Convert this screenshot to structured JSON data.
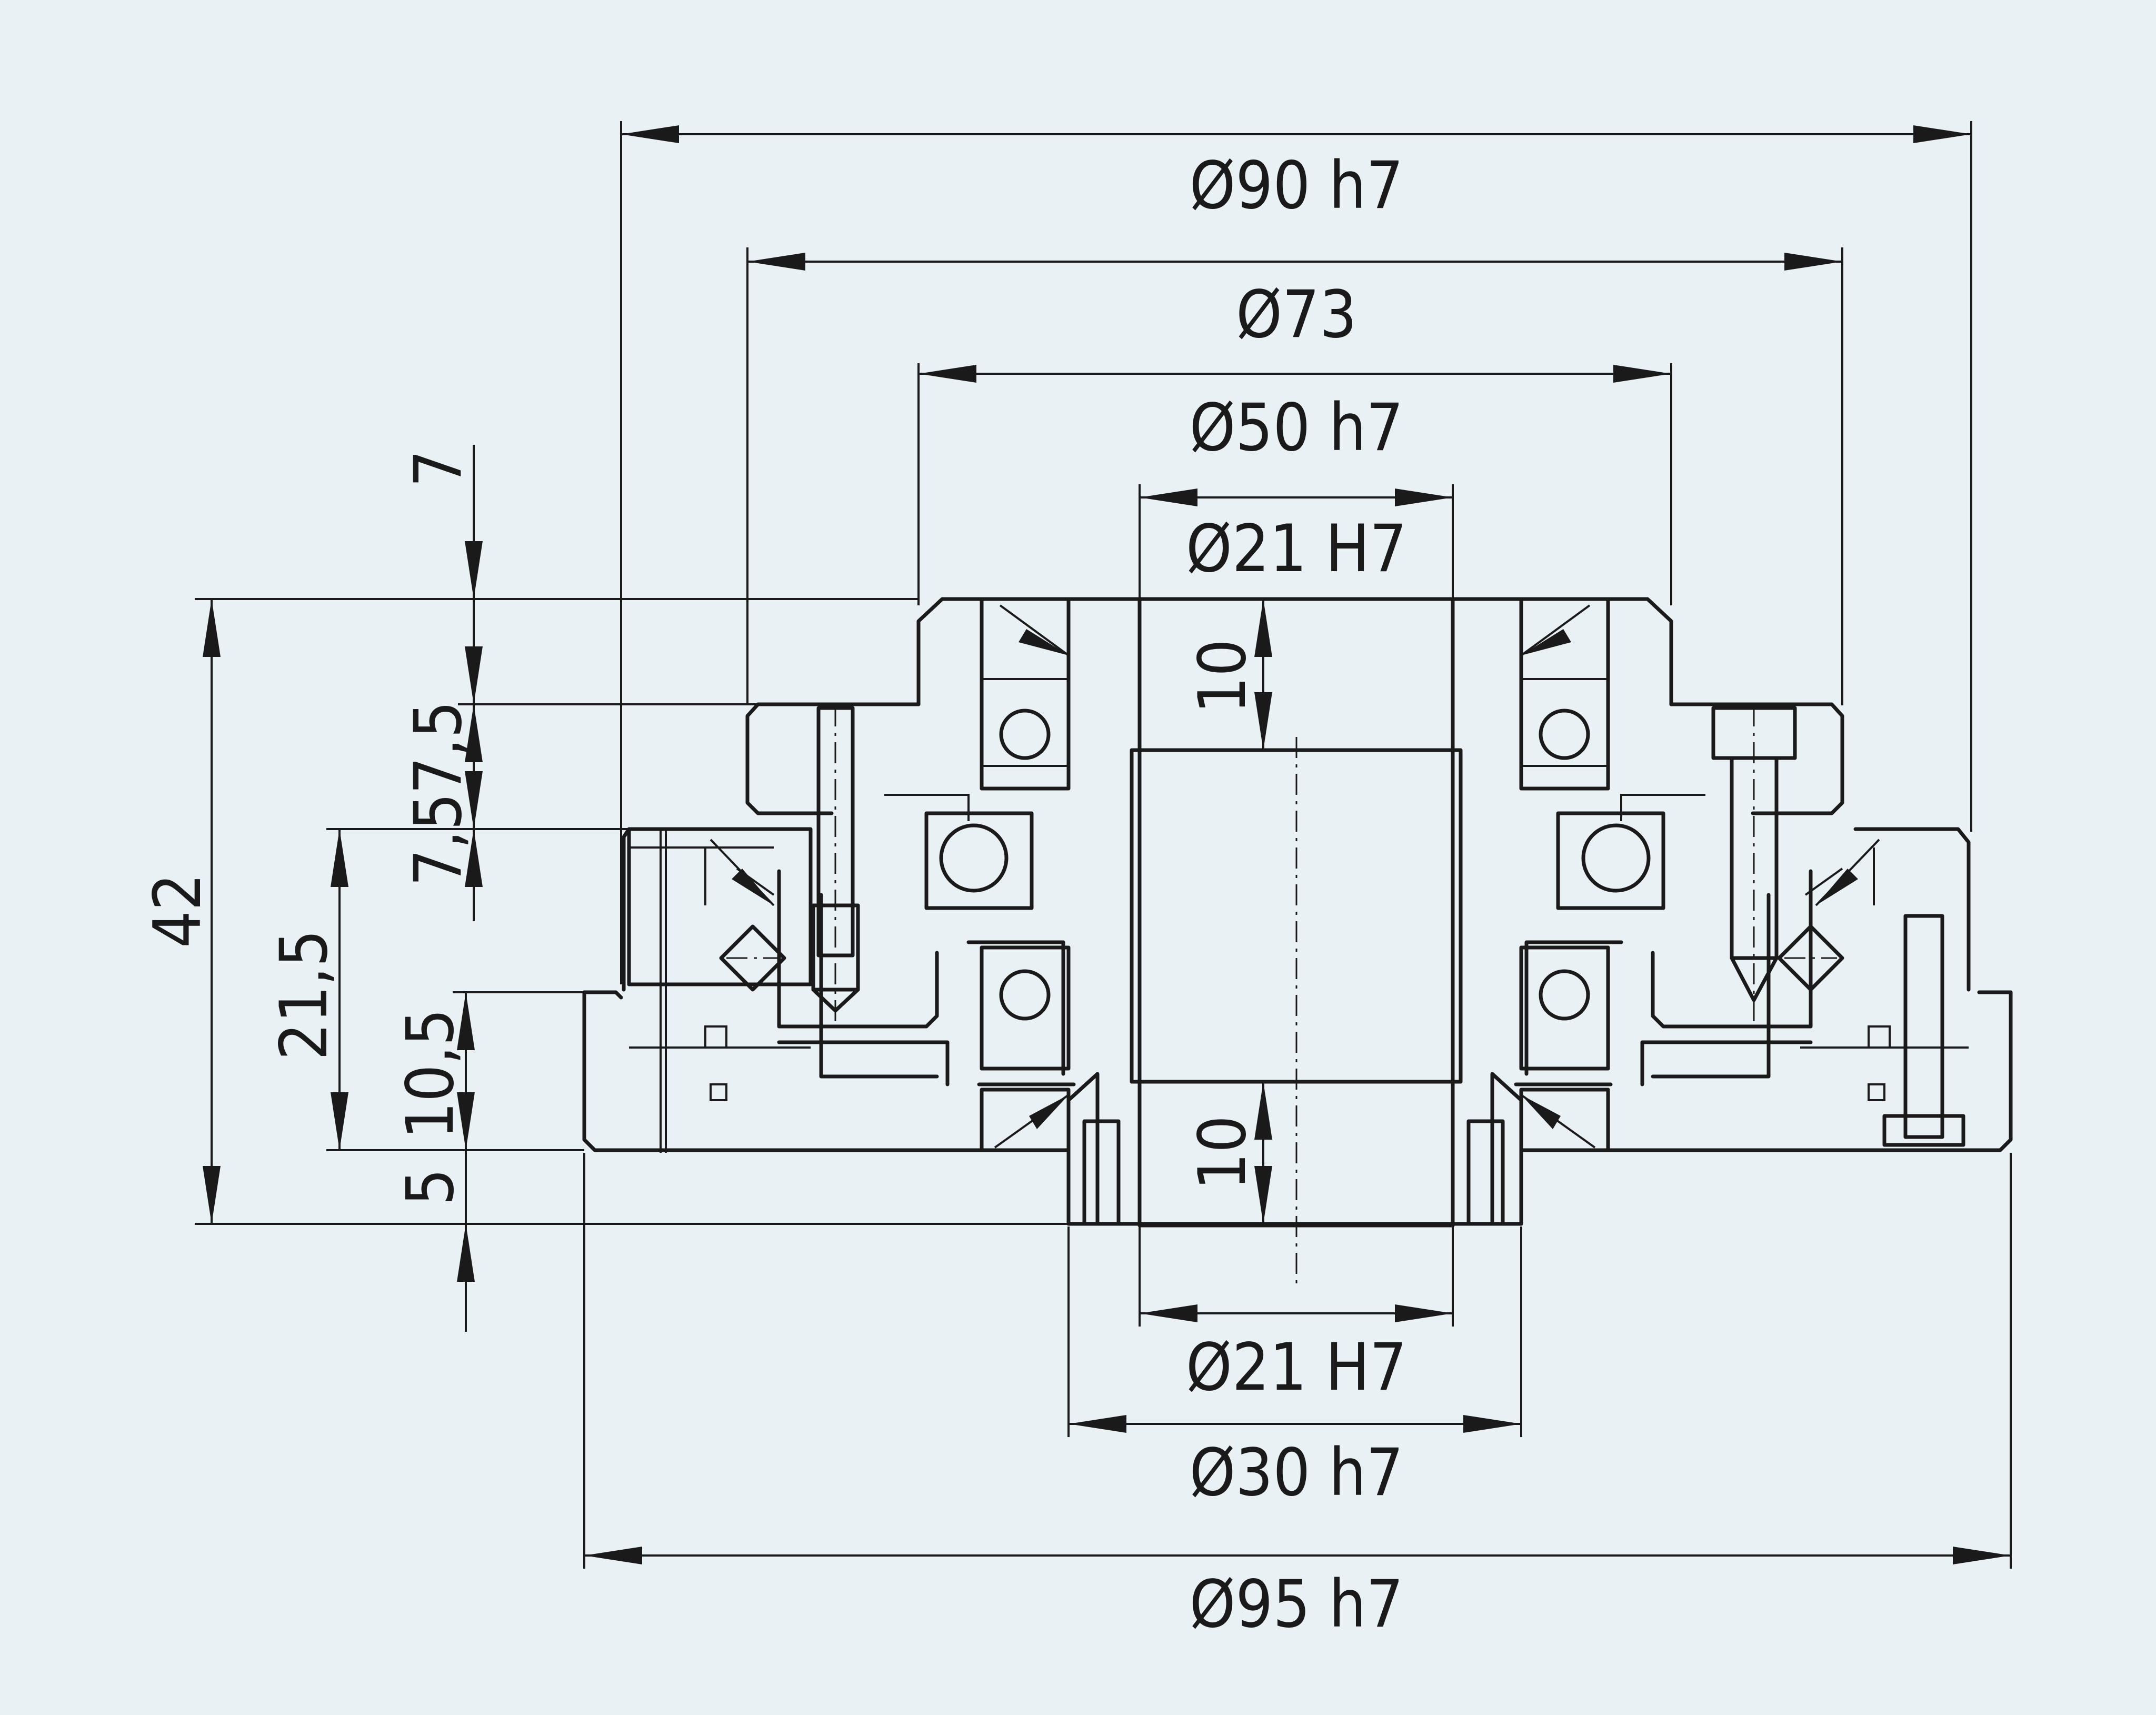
{
  "colors": {
    "background": "#e9f1f4",
    "line": "#1a1a1a"
  },
  "dimensions": {
    "d90": "Ø90 h7",
    "d73": "Ø73",
    "d50": "Ø50 h7",
    "d21_top": "Ø21 H7",
    "d21_bottom": "Ø21 H7",
    "d30": "Ø30 h7",
    "d95": "Ø95 h7",
    "h42": "42",
    "h7": "7",
    "h7_5a": "7,5",
    "h7_5b": "7,5",
    "h21_5": "21,5",
    "h10_5": "10,5",
    "h5": "5",
    "h10_top": "10",
    "h10_bottom": "10"
  }
}
